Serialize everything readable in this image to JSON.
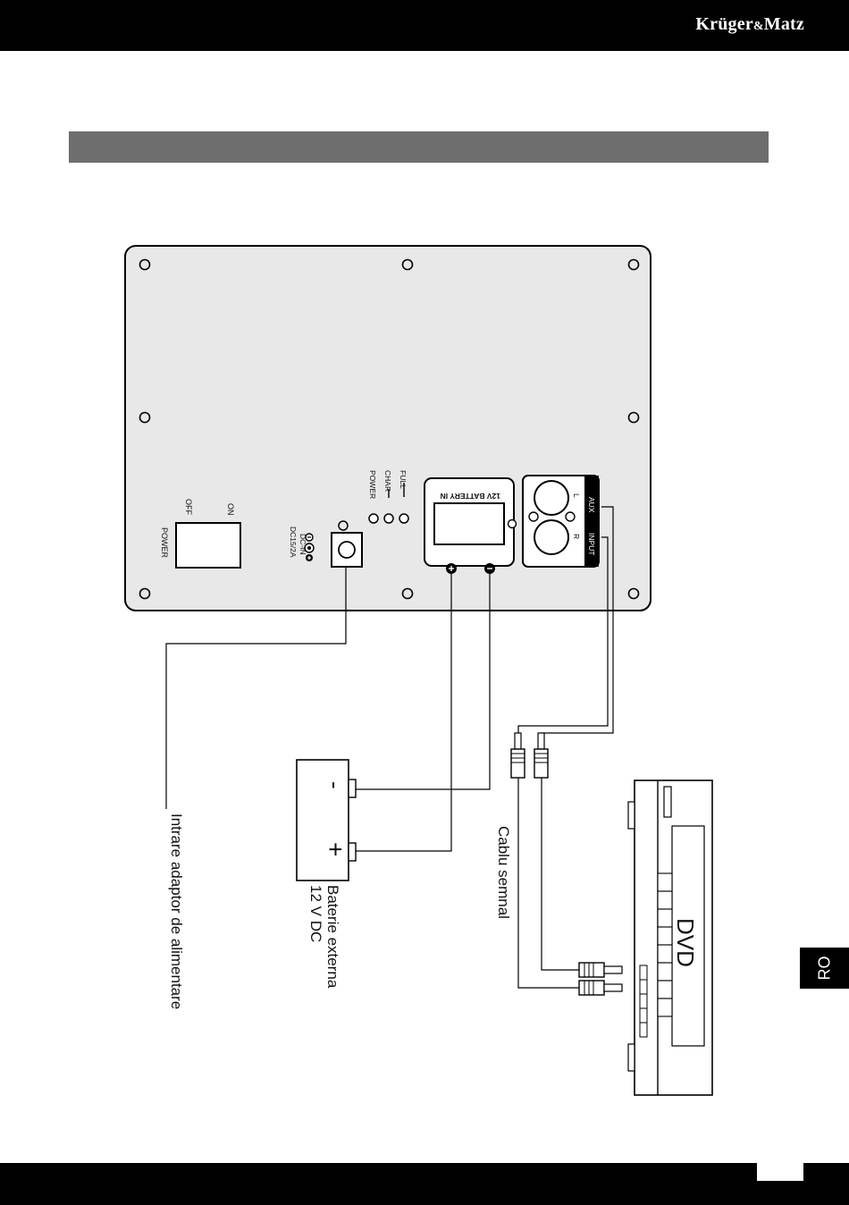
{
  "header": {
    "brand_main": "Krüger",
    "brand_amp": "&",
    "brand_end": "Matz"
  },
  "panel": {
    "power_label": "POWER",
    "off_label": "OFF",
    "on_label": "ON",
    "dc_in_label": "DC-IN",
    "dc_rating_label": "DC15/2A",
    "led_full": "FULL",
    "led_char": "CHAR",
    "led_power": "POWER",
    "battery_in_label": "12V BATTERY IN",
    "aux_label": "AUX",
    "input_label": "INPUT",
    "left_label": "L",
    "right_label": "R"
  },
  "battery": {
    "minus": "-",
    "plus": "+",
    "line1": "Baterie externa",
    "line2": "12 V DC"
  },
  "labels": {
    "adapter": "Intrare adaptor de alimentare",
    "signal_cable": "Cablu semnal"
  },
  "dvd": {
    "label": "DVD"
  },
  "side_tab": {
    "language": "RO"
  },
  "colors": {
    "bars": "#000000",
    "section_bar": "#6e6e6e",
    "panel_fill": "#e8e8e8"
  }
}
